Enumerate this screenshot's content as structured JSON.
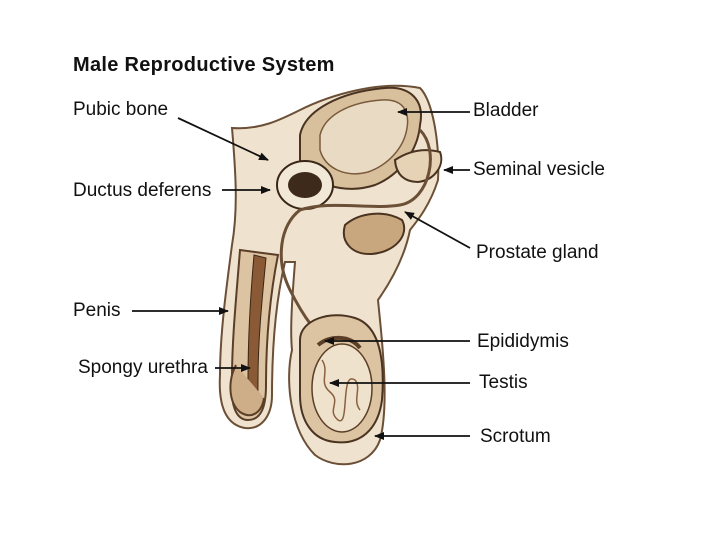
{
  "title": "Male Reproductive System",
  "labels": {
    "pubic_bone": "Pubic bone",
    "ductus_deferens": "Ductus deferens",
    "penis": "Penis",
    "spongy_urethra": "Spongy urethra",
    "bladder": "Bladder",
    "seminal_vesicle": "Seminal vesicle",
    "prostate_gland": "Prostate gland",
    "epididymis": "Epididymis",
    "testis": "Testis",
    "scrotum": "Scrotum"
  },
  "colors": {
    "tissue_fill": "#e9d9c0",
    "tissue_dark": "#b8936a",
    "outline": "#4a3320",
    "leader": "#111111"
  }
}
